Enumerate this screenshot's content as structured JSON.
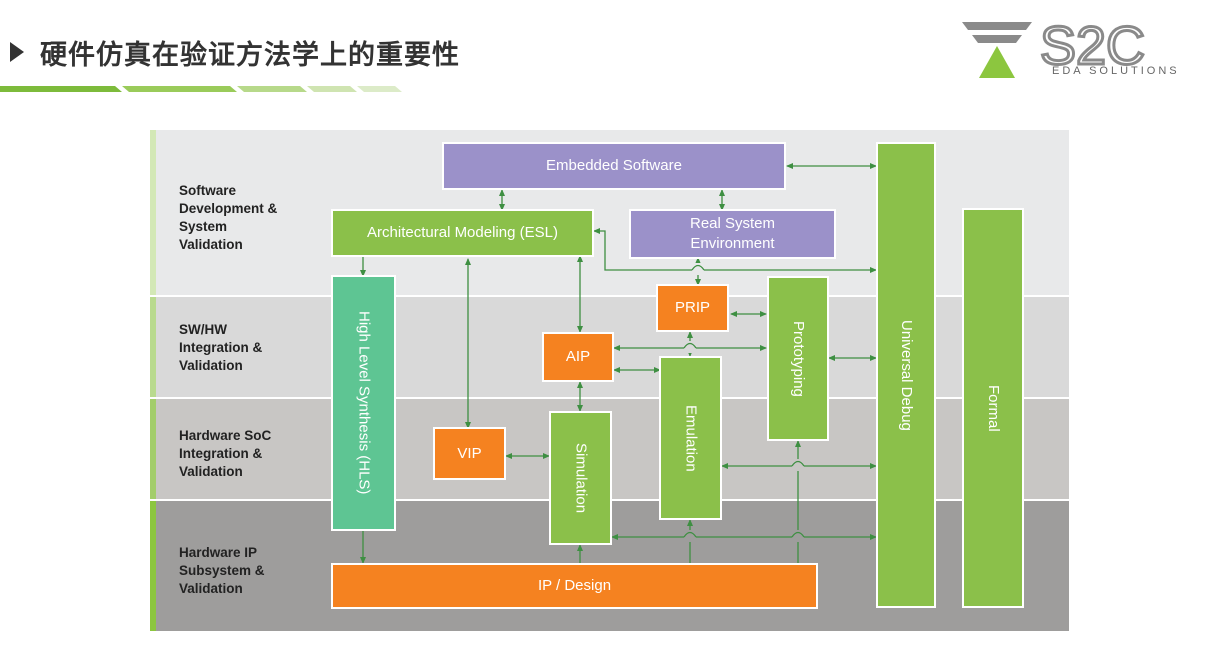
{
  "header": {
    "title": "硬件仿真在验证方法学上的重要性",
    "logo_text": "S2C",
    "logo_subtitle": "EDA SOLUTIONS"
  },
  "bands": [
    {
      "label": "Software\nDevelopment &\nSystem\nValidation"
    },
    {
      "label": "SW/HW\nIntegration &\nValidation"
    },
    {
      "label": "Hardware SoC\nIntegration &\nValidation"
    },
    {
      "label": "Hardware IP\nSubsystem &\nValidation"
    }
  ],
  "blocks": {
    "embedded_software": "Embedded Software",
    "architectural_modeling": "Architectural Modeling (ESL)",
    "real_system": "Real System Environment",
    "hls": "High Level Synthesis (HLS)",
    "prip": "PRIP",
    "aip": "AIP",
    "vip": "VIP",
    "simulation": "Simulation",
    "emulation": "Emulation",
    "prototyping": "Prototyping",
    "universal_debug": "Universal Debug",
    "formal": "Formal",
    "ip_design": "IP / Design"
  },
  "colors": {
    "purple": "#9b91c9",
    "green": "#8bc04a",
    "teal": "#5ec593",
    "orange": "#f58220",
    "accent_bar": "#8cc63f",
    "band_1": "#e8e9ea",
    "band_2": "#d9d9d9",
    "band_3": "#c8c6c4",
    "band_4": "#9e9d9c",
    "arrow": "#3e8f42"
  }
}
